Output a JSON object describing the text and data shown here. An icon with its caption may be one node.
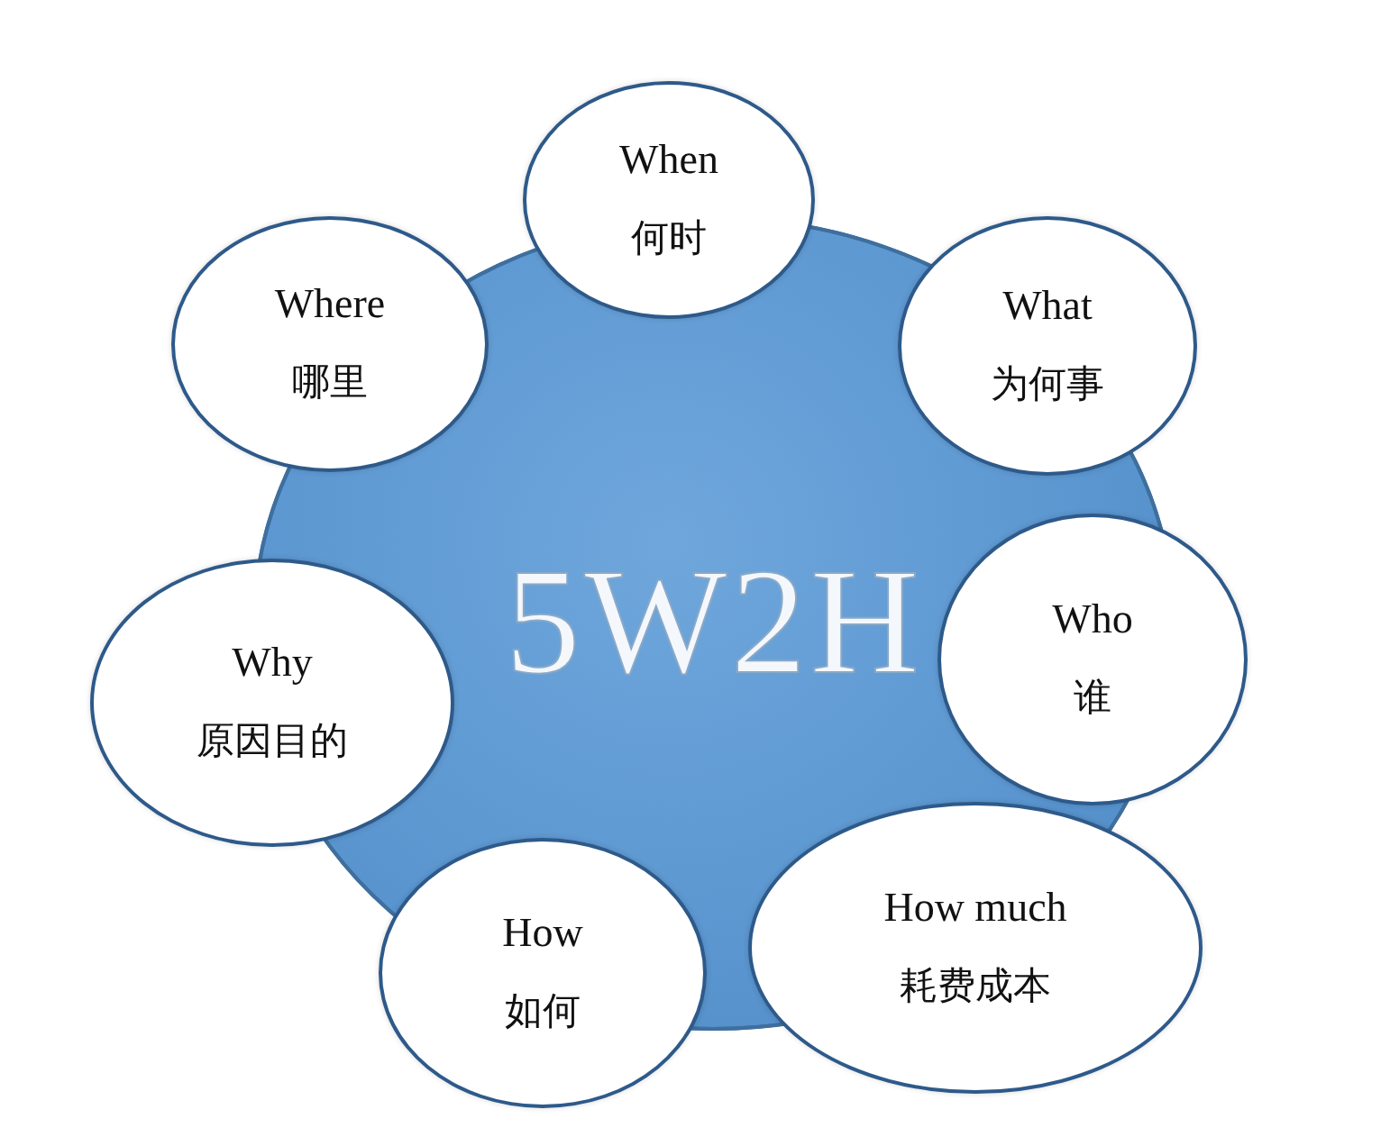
{
  "diagram": {
    "nodes": [
      {
        "text": [
          "5W2H"
        ]
      },
      {
        "text": [
          "When",
          "何时"
        ]
      },
      {
        "text": [
          "Where",
          "哪里"
        ]
      },
      {
        "text": [
          "What",
          "为何事"
        ]
      },
      {
        "text": [
          "Why",
          "原因目的"
        ]
      },
      {
        "text": [
          "Who",
          "谁"
        ]
      },
      {
        "text": [
          "How",
          "如何"
        ]
      },
      {
        "text": [
          "How much",
          "耗费成本"
        ]
      }
    ]
  }
}
